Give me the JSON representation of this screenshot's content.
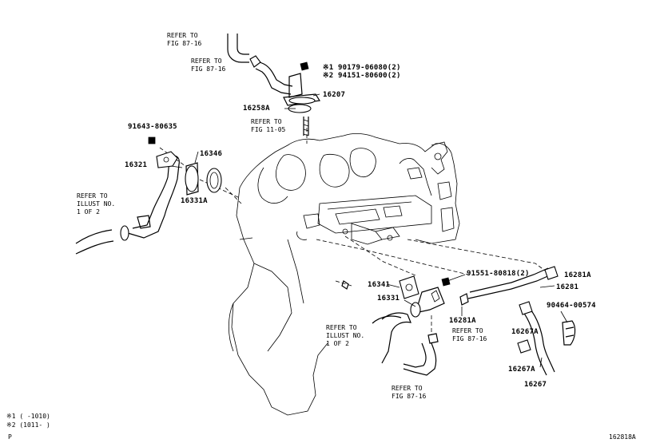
{
  "diagram": {
    "figure_id": "162818A",
    "page_marker": "P",
    "footnotes": [
      {
        "text": "※1 (     -1010)"
      },
      {
        "text": "※2 (1011-     )"
      }
    ],
    "refs": {
      "fig_87_16_a": [
        "REFER TO",
        "FIG 87-16"
      ],
      "fig_87_16_b": [
        "REFER TO",
        "FIG 87-16"
      ],
      "fig_11_05": [
        "REFER TO",
        "FIG 11-05"
      ],
      "illust_left": [
        "REFER TO",
        "ILLUST NO.",
        "1 OF 2"
      ],
      "illust_mid": [
        "REFER TO",
        "ILLUST NO.",
        "1 OF 2"
      ],
      "fig_87_16_c": [
        "REFER TO",
        "FIG 87-16"
      ],
      "fig_87_16_d": [
        "REFER TO",
        "FIG 87-16"
      ]
    },
    "parts": {
      "p1": "※1 90179-06080(2)",
      "p2": "※2 94151-80600(2)",
      "p16207": "16207",
      "p16258A": "16258A",
      "p91643": "91643-80635",
      "p16346": "16346",
      "p16321": "16321",
      "p16331A": "16331A",
      "p91551": "91551-80818(2)",
      "p16281A_top": "16281A",
      "p16281": "16281",
      "p16341": "16341",
      "p16331": "16331",
      "p16281A_bot": "16281A",
      "p90464": "90464-00574",
      "p16267A_top": "16267A",
      "p16267A_bot": "16267A",
      "p16267": "16267"
    }
  }
}
